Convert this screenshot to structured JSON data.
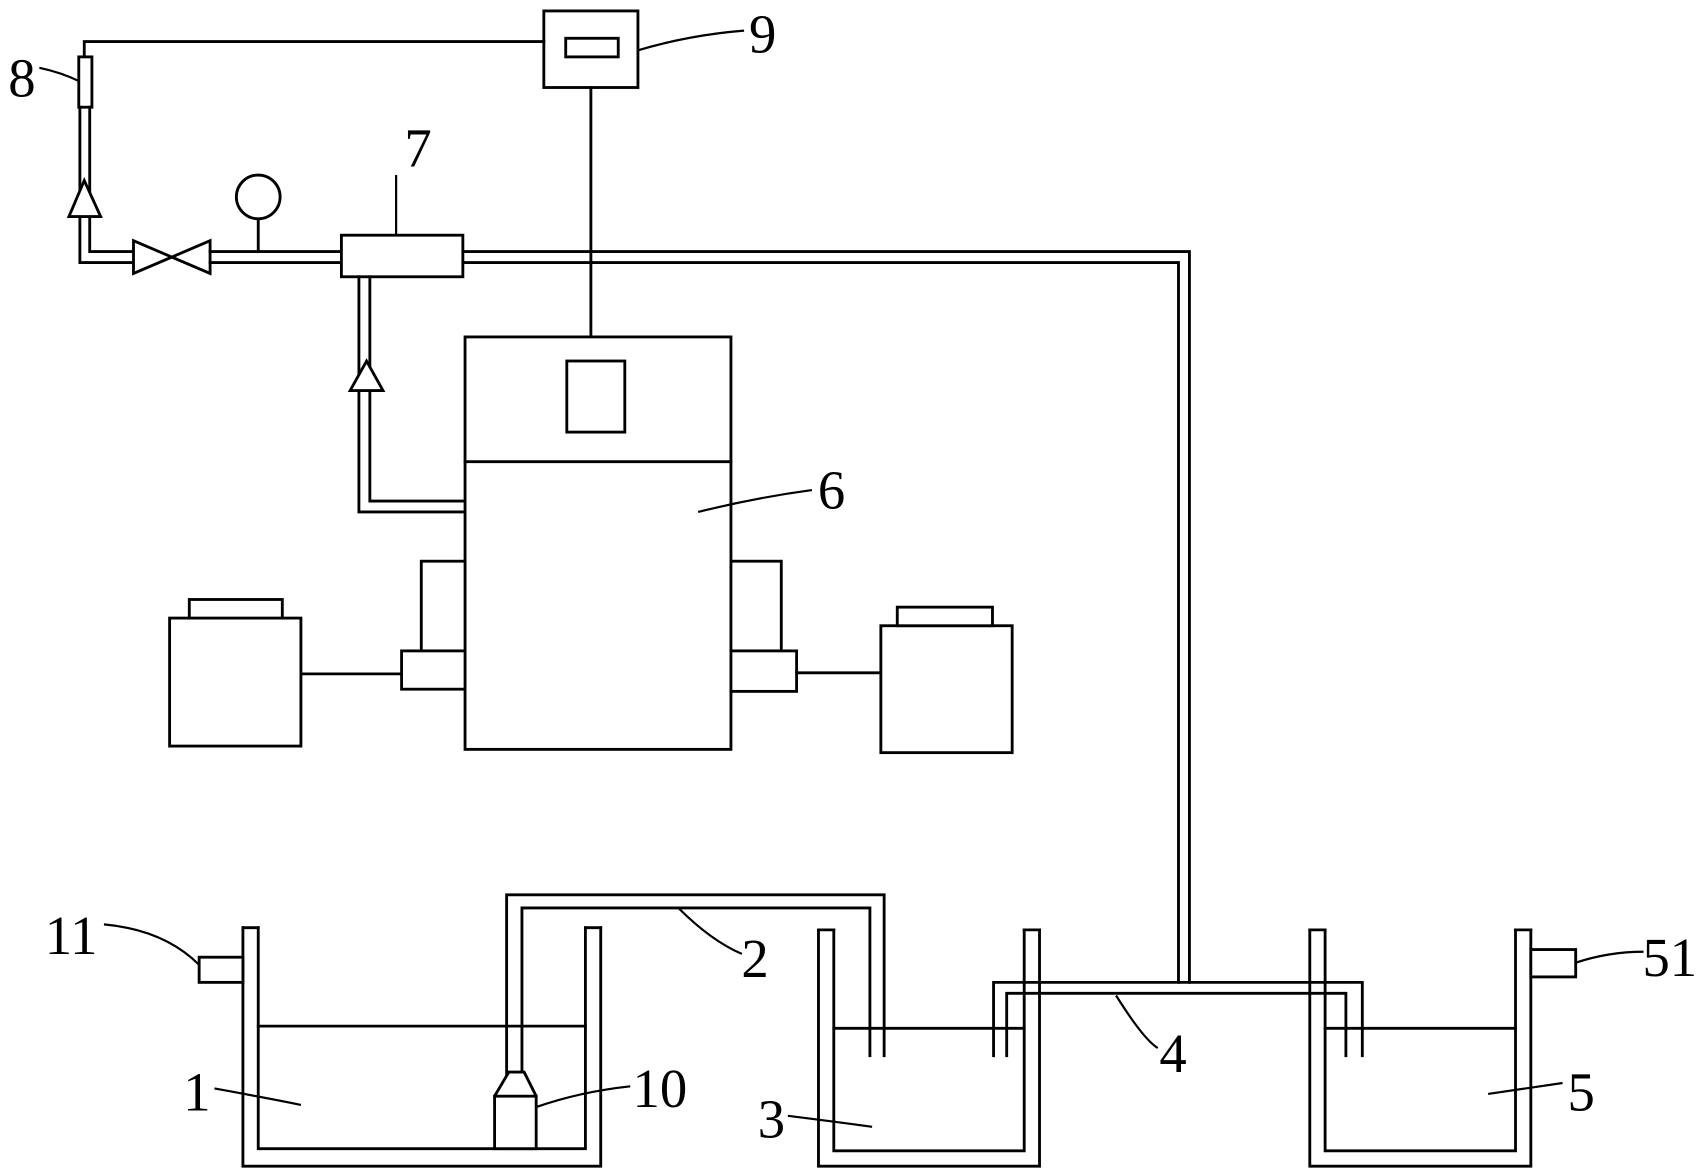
{
  "labels": {
    "c1": "1",
    "c2": "2",
    "c3": "3",
    "c4": "4",
    "c5": "5",
    "c6": "6",
    "c7": "7",
    "c8": "8",
    "c9": "9",
    "c10": "10",
    "c11": "11",
    "c51": "51"
  },
  "colors": {
    "line": "#000000",
    "background": "#ffffff"
  }
}
